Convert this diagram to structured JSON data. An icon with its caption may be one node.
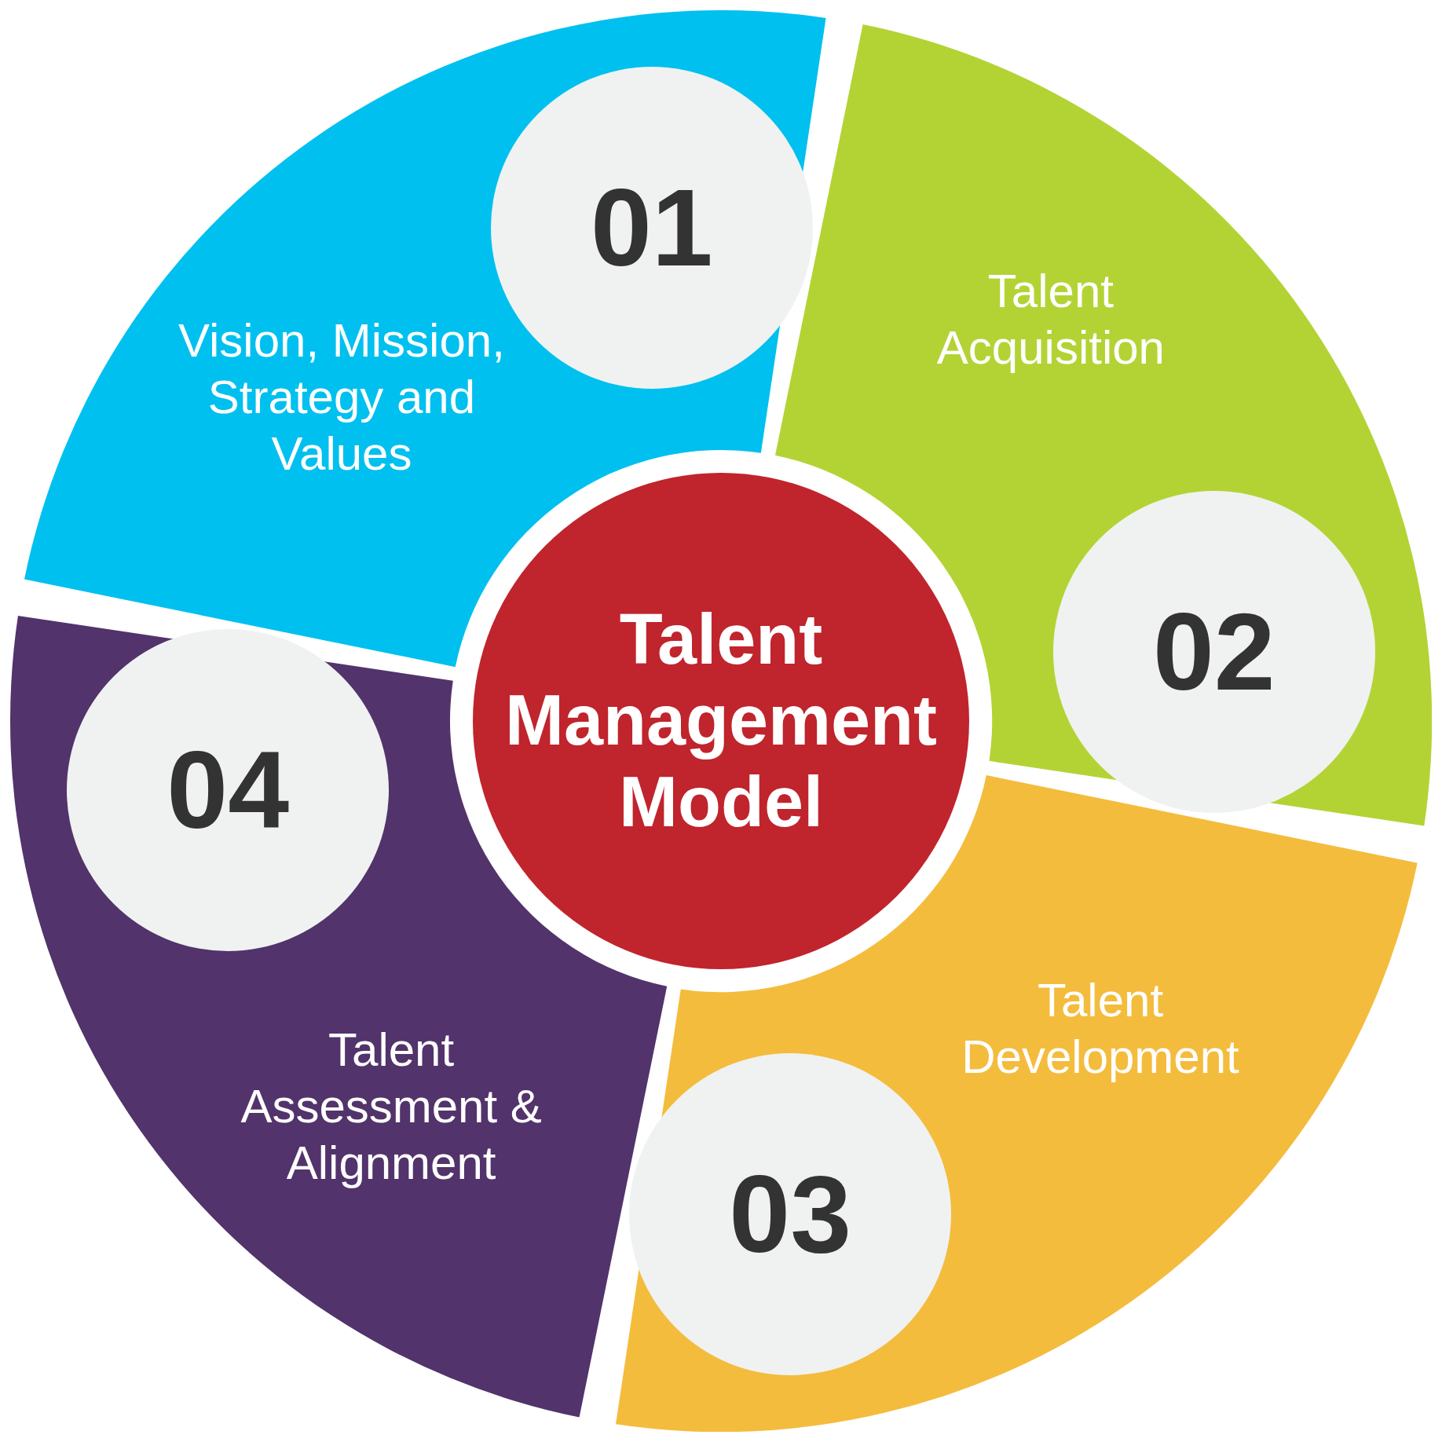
{
  "diagram": {
    "nodes": [
      {
        "text": [
          "Vision, Mission, Strategy and Values"
        ]
      },
      {
        "text": [
          "01"
        ],
        "in": 0
      },
      {
        "text": [
          "Talent Acquisition"
        ]
      },
      {
        "text": [
          "02"
        ],
        "in": 2
      },
      {
        "text": [
          "Talent Development"
        ]
      },
      {
        "text": [
          "03"
        ],
        "in": 4
      },
      {
        "text": [
          "Talent Assessment & Alignment"
        ]
      },
      {
        "text": [
          "04"
        ],
        "in": 6
      },
      {
        "text": [
          "Talent Management Model"
        ]
      }
    ],
    "edges": []
  }
}
